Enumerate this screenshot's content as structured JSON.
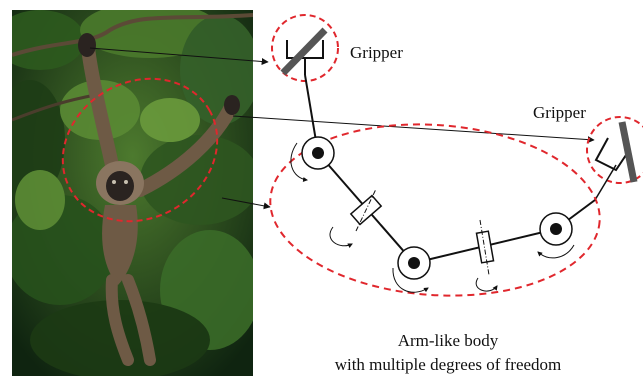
{
  "labels": {
    "gripper_left": "Gripper",
    "gripper_right": "Gripper",
    "body_line1": "Arm-like body",
    "body_line2": "with multiple degrees of freedom"
  },
  "photo": {
    "subject": "gibbon hanging from tree branch",
    "icon": "gibbon-photo"
  },
  "colors": {
    "dashed_outline": "#e0272d",
    "mechanism": "#111111",
    "gripper_jaw": "#555555",
    "foliage_dark": "#1f3a17",
    "foliage_mid": "#3f6a25",
    "fur": "#6e5a45",
    "face": "#2a2320"
  }
}
